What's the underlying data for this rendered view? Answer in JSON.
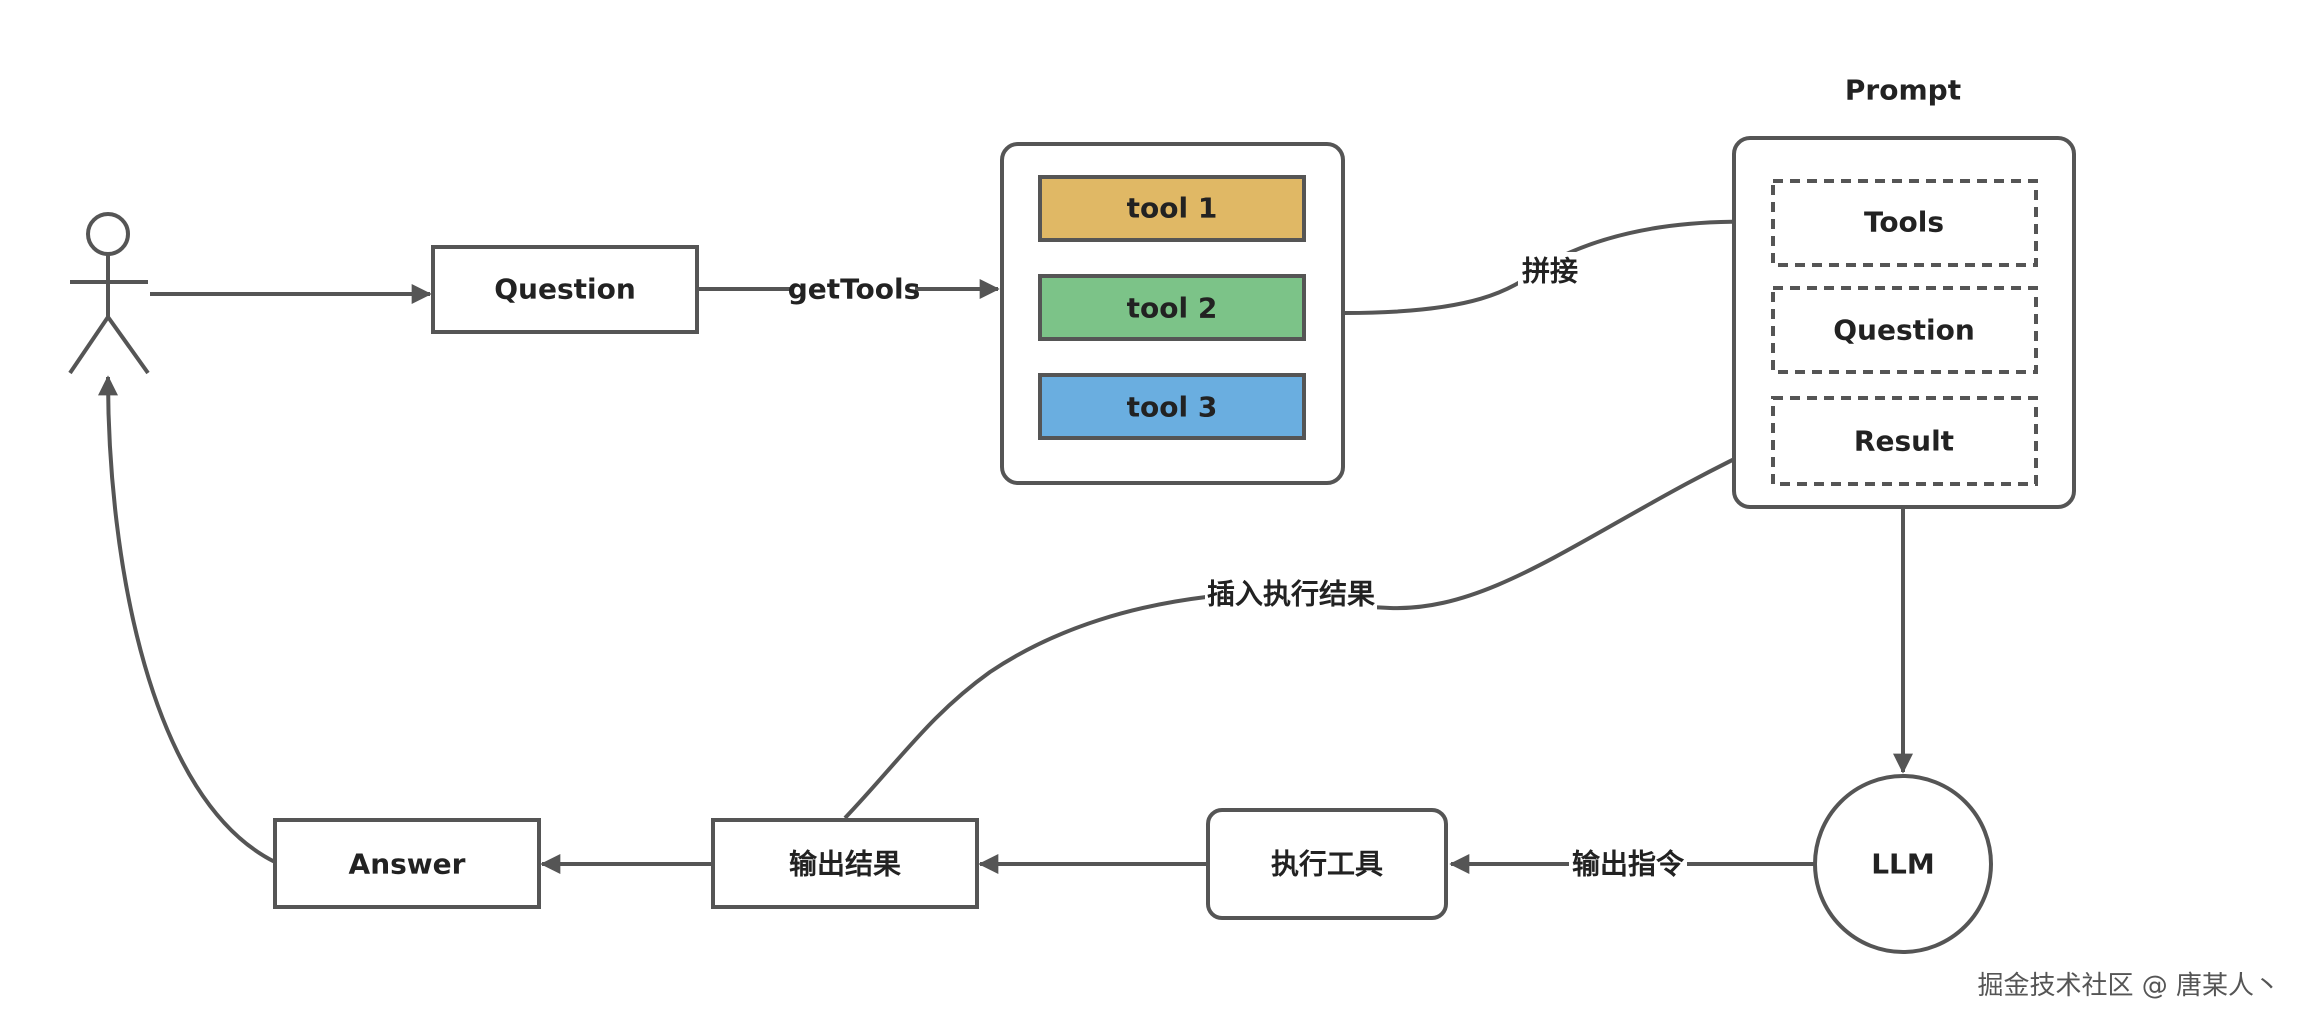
{
  "prompt": {
    "title": "Prompt",
    "slots": [
      "Tools",
      "Question",
      "Result"
    ]
  },
  "tools": {
    "items": [
      {
        "label": "tool 1",
        "color": "#E0B865"
      },
      {
        "label": "tool 2",
        "color": "#7CC388"
      },
      {
        "label": "tool 3",
        "color": "#6AAEE0"
      }
    ]
  },
  "nodes": {
    "question": "Question",
    "llm": "LLM",
    "execute_tool": "执行工具",
    "output_result": "输出结果",
    "answer": "Answer"
  },
  "edges": {
    "get_tools": "getTools",
    "concat": "拼接",
    "insert_result": "插入执行结果",
    "output_instruction": "输出指令"
  },
  "colors": {
    "stroke": "#555555",
    "text": "#222222",
    "background": "#FFFFFF"
  },
  "watermark": "掘金技术社区 @ 唐某人丶"
}
